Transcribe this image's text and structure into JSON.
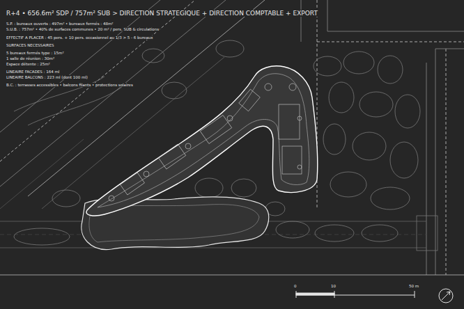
{
  "diagram": {
    "title": "R+4 • 656.6m² SDP / 757m² SUB > DIRECTION STRATEGIQUE + DIRECTION COMPTABLE + EXPORT",
    "labels": [
      "S.P. : bureaux ouverts : 497m² • bureaux fermés : 48m²",
      "S.U.B. : 757m² • 40% de surfaces communes • 20 m² / pers. SUB & circulations",
      "EFFECTIF A PLACER : 45 pers. + 10 pers. occasionnel au 1/3 > 5 - 6 bureaux",
      "SURFACES NECESSAIRES",
      "5 bureaux fermés type : 15m²",
      "1 salle de réunion : 30m²",
      "Espace détente : 25m²",
      "LINEAIRE FACADES : 164 ml",
      "LINEAIRE BALCONS : 223 ml (dont 100 ml)",
      "B.C. : terrasses accessibles • balcons filants • protections solaires",
      "0",
      "10",
      "50 m"
    ]
  }
}
